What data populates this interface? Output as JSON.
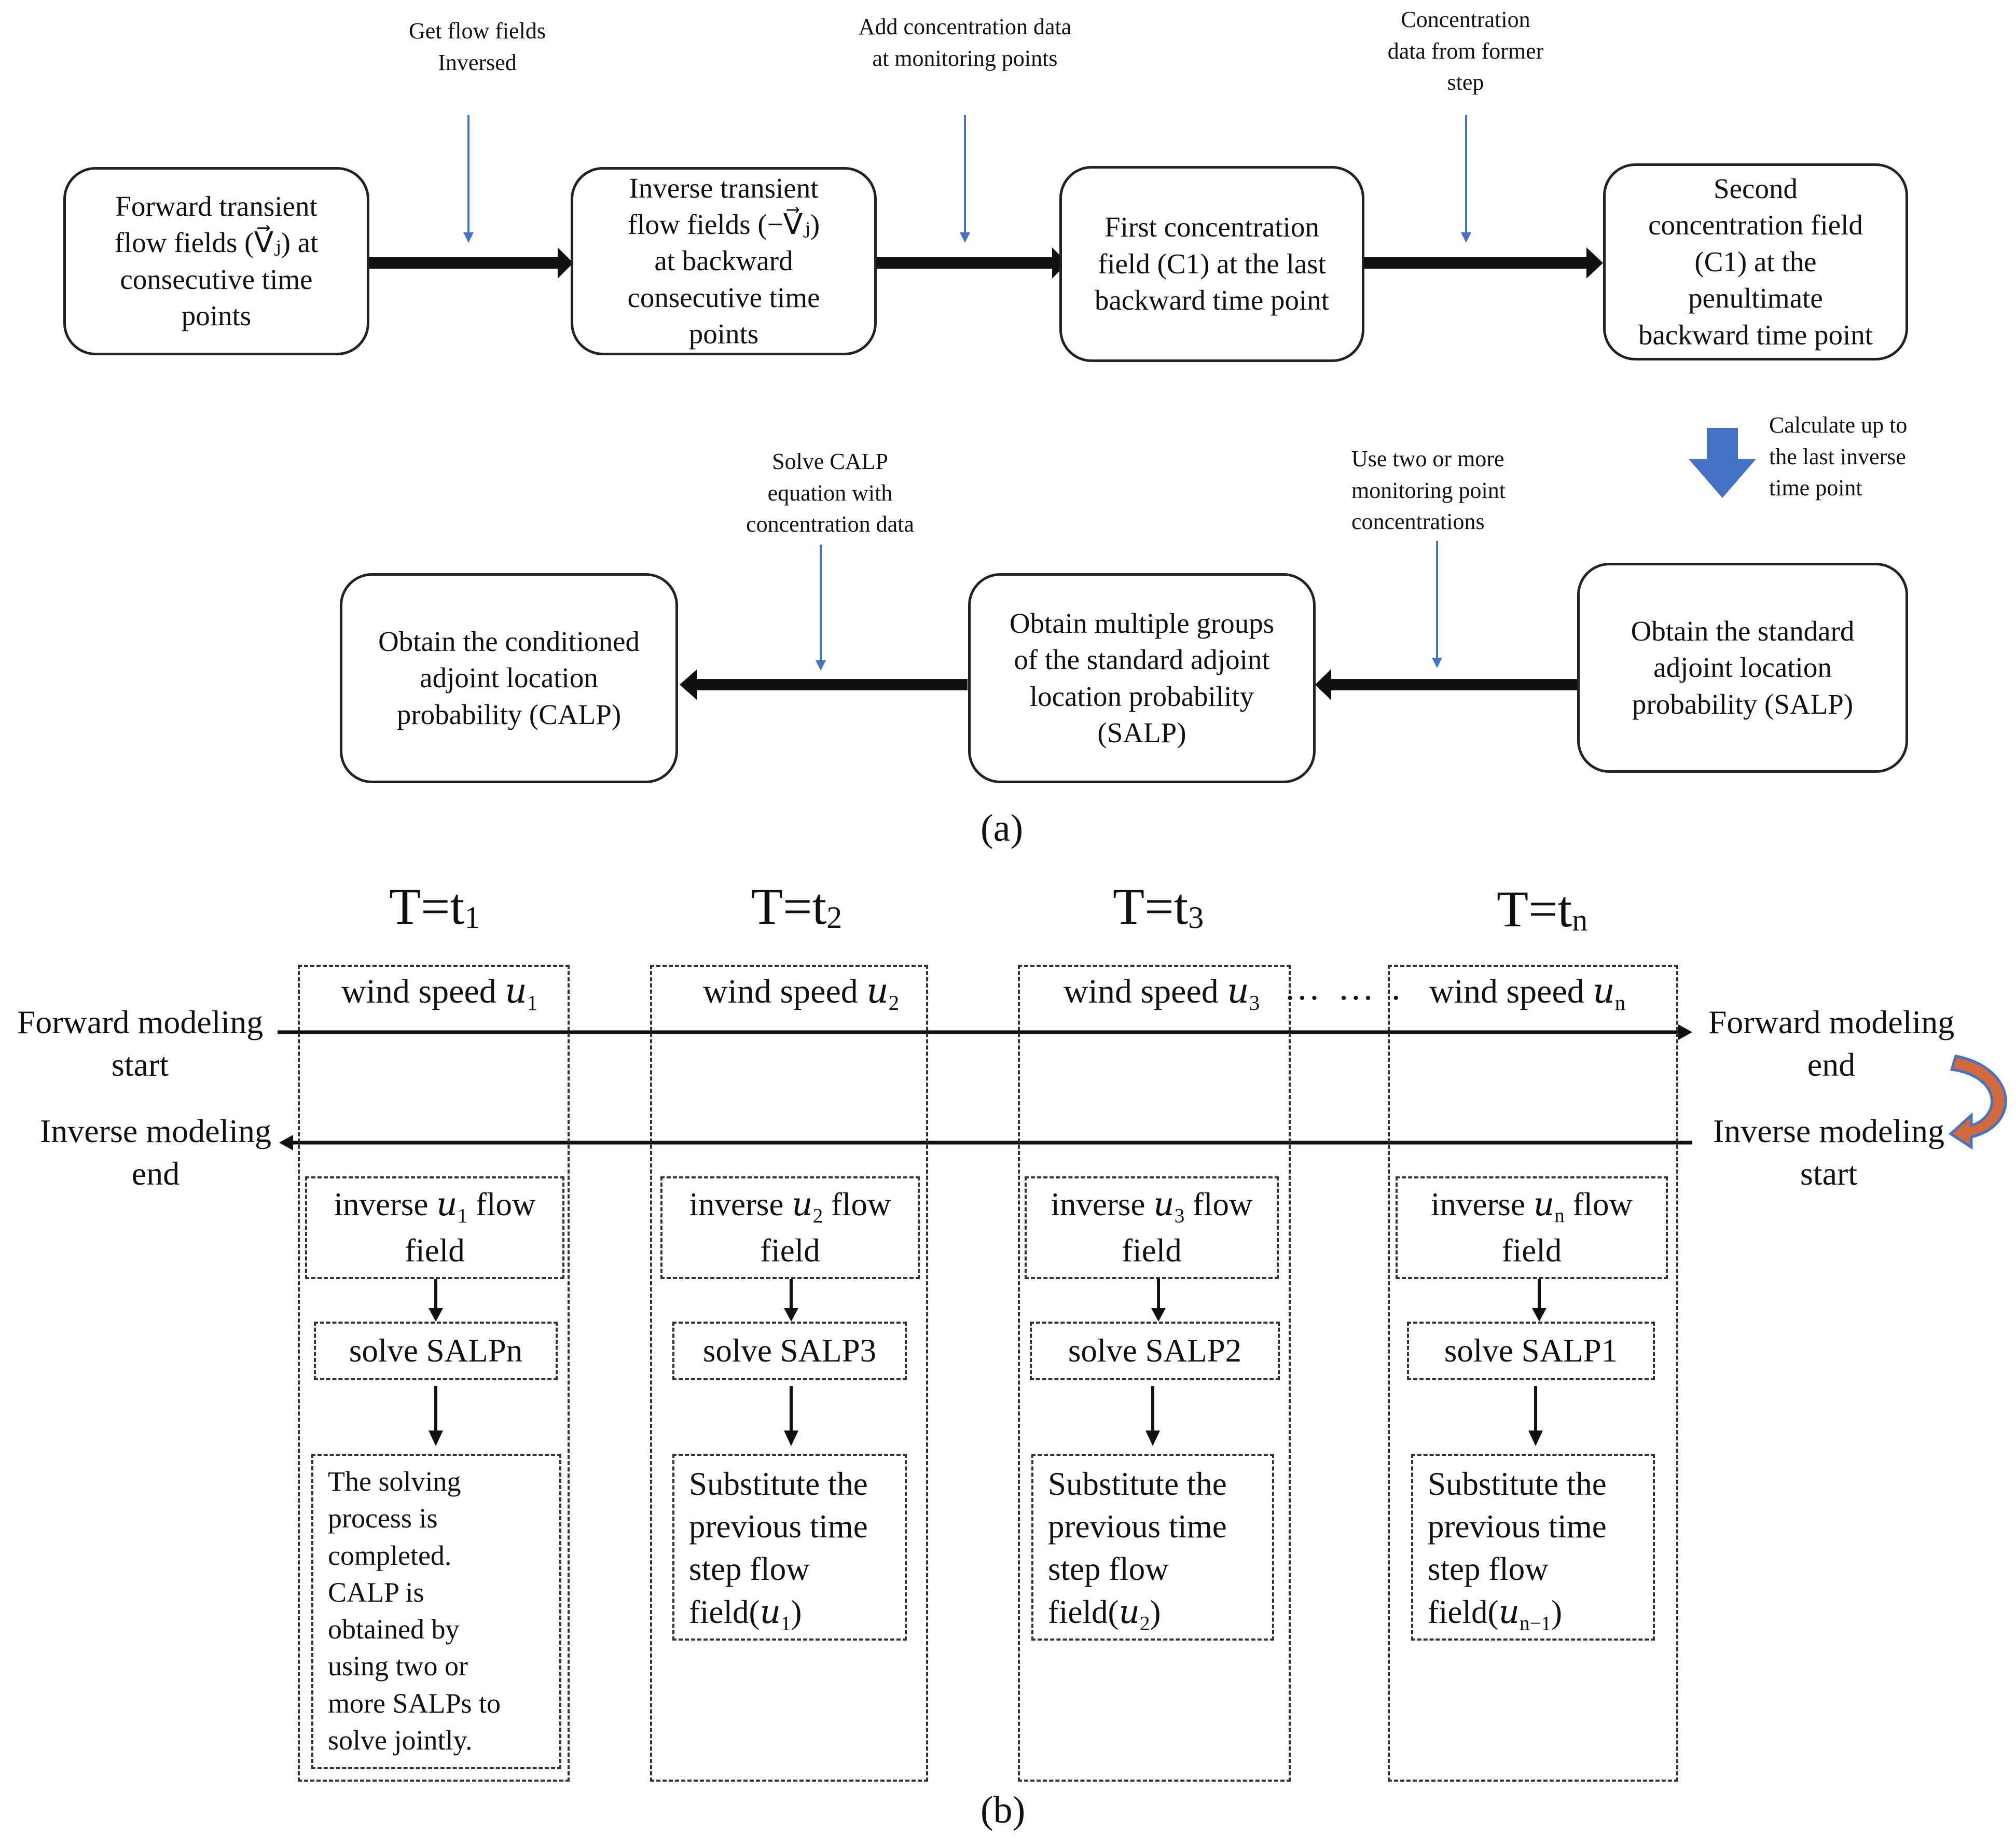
{
  "part_a": {
    "label": "(a)",
    "boxes": {
      "forward": "Forward transient\nflow fields (V⃗ⱼ) at\nconsecutive time\npoints",
      "inverse": "Inverse transient\nflow fields (−V⃗ⱼ)\nat backward\nconsecutive time\npoints",
      "first_conc": "First concentration\nfield (C1) at the last\nbackward time point",
      "second_conc": "Second\nconcentration field\n(C1) at the\npenultimate\nbackward time point",
      "salp": "Obtain the standard\nadjoint location\nprobability (SALP)",
      "multi_salp": "Obtain multiple groups\nof the standard adjoint\nlocation probability\n(SALP)",
      "calp": "Obtain the conditioned\nadjoint location\nprobability (CALP)"
    },
    "notes": {
      "get_flow": "Get flow fields\nInversed",
      "add_conc": "Add concentration data\nat monitoring points",
      "conc_former": "Concentration\ndata from former\nstep",
      "calc_up": "Calculate up to\nthe last inverse\ntime point",
      "use_two": "Use two or more\nmonitoring point\nconcentrations",
      "solve_calp": "Solve CALP\nequation with\nconcentration data"
    }
  },
  "part_b": {
    "label": "(b)",
    "headers": [
      {
        "base": "T=t",
        "sub": "1"
      },
      {
        "base": "T=t",
        "sub": "2"
      },
      {
        "base": "T=t",
        "sub": "3"
      },
      {
        "base": "T=t",
        "sub": "n"
      }
    ],
    "wind_prefix": "wind speed ",
    "wind_subs": [
      "1",
      "2",
      "3",
      "n"
    ],
    "ellipsis": "… … .",
    "forward_start": "Forward modeling\nstart",
    "forward_end": "Forward modeling\nend",
    "inverse_end": "Inverse modeling\nend",
    "inverse_start": "Inverse modeling\nstart",
    "inverse_prefix": "inverse ",
    "inverse_suffix": " flow\nfield",
    "solve": [
      "solve SALPn",
      "solve SALP3",
      "solve SALP2",
      "solve SALP1"
    ],
    "completed": "The solving\nprocess is\ncompleted.\nCALP is\nobtained by\nusing two or\nmore SALPs to\nsolve jointly.",
    "substitute_prefix": "Substitute the\nprevious time\nstep flow\nfield(",
    "substitute_subs": [
      "1",
      "2",
      "n−1"
    ],
    "substitute_suffix": ")"
  },
  "colors": {
    "note_arrow": "#4472c4",
    "big_arrow": "#4472c4",
    "curve_fill": "#d2693c",
    "curve_edge": "#4472c4",
    "ink": "#111111"
  }
}
